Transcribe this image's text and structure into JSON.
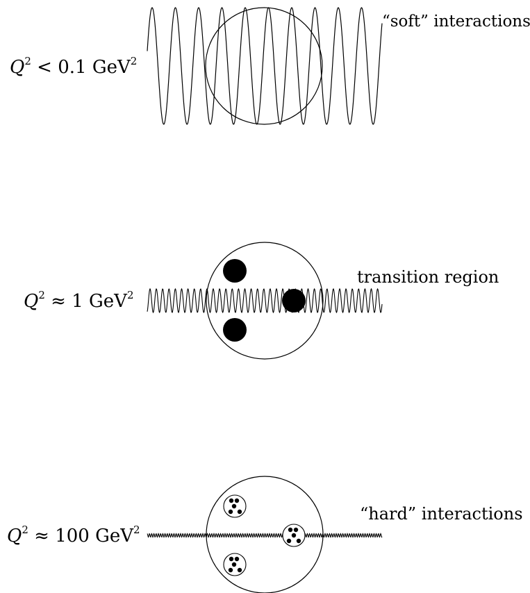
{
  "panels": [
    {
      "q_symbol": "Q",
      "q_exp": "2",
      "relation": "<",
      "value": "0.1",
      "unit": "GeV",
      "unit_exp": "2",
      "description": "“soft” interactions"
    },
    {
      "q_symbol": "Q",
      "q_exp": "2",
      "relation": "≈",
      "value": "1",
      "unit": "GeV",
      "unit_exp": "2",
      "description": "transition region"
    },
    {
      "q_symbol": "Q",
      "q_exp": "2",
      "relation": "≈",
      "value": "100",
      "unit": "GeV",
      "unit_exp": "2",
      "description": "“hard” interactions"
    }
  ],
  "colors": {
    "ink": "#000000",
    "background": "#ffffff"
  }
}
